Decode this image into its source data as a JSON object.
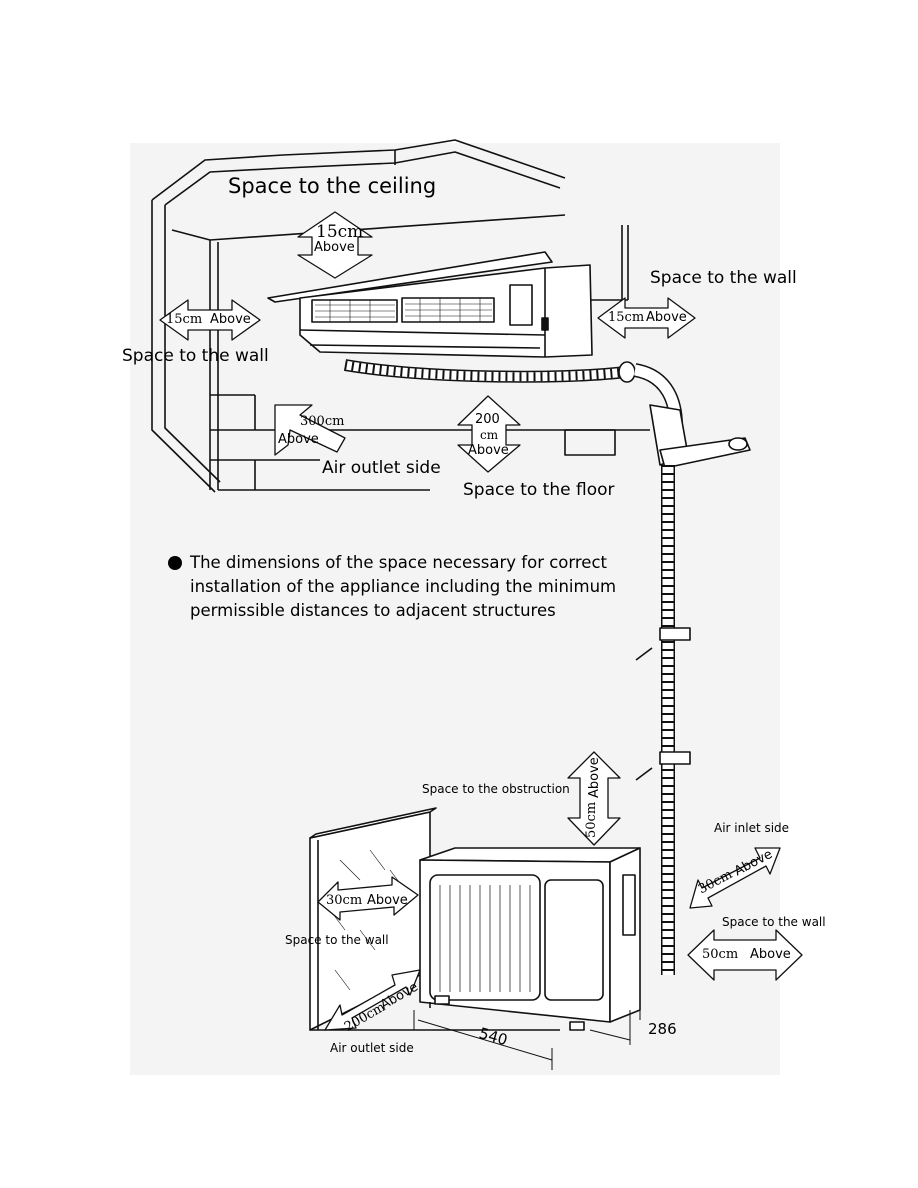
{
  "indoor": {
    "ceiling_label": "Space to the ceiling",
    "ceiling_value": "15cm",
    "ceiling_above": "Above",
    "left_wall_label": "Space to the wall",
    "left_wall_value": "15cm",
    "left_wall_above": "Above",
    "right_wall_label": "Space to the wall",
    "right_wall_value": "15cm",
    "right_wall_above": "Above",
    "outlet_value": "300cm",
    "outlet_above": "Above",
    "outlet_label": "Air outlet side",
    "floor_value_num": "200",
    "floor_value_unit": "cm",
    "floor_above": "Above",
    "floor_label": "Space to the floor"
  },
  "note": {
    "text": "The dimensions of the space necessary for correct installation of the appliance including the minimum permissible distances to adjacent structures"
  },
  "outdoor": {
    "obstruction_label": "Space to the obstruction",
    "obstruction_value": "50cm",
    "obstruction_above": "Above",
    "inlet_label": "Air inlet side",
    "inlet_value": "30cm",
    "inlet_above": "Above",
    "left_wall_value": "30cm",
    "left_wall_above": "Above",
    "left_wall_label": "Space to the wall",
    "right_wall_label": "Space to the wall",
    "right_wall_value": "50cm",
    "right_wall_above": "Above",
    "front_value": "200cm",
    "front_above": "Above",
    "front_label": "Air outlet side",
    "width_dim": "540",
    "depth_dim": "286"
  }
}
